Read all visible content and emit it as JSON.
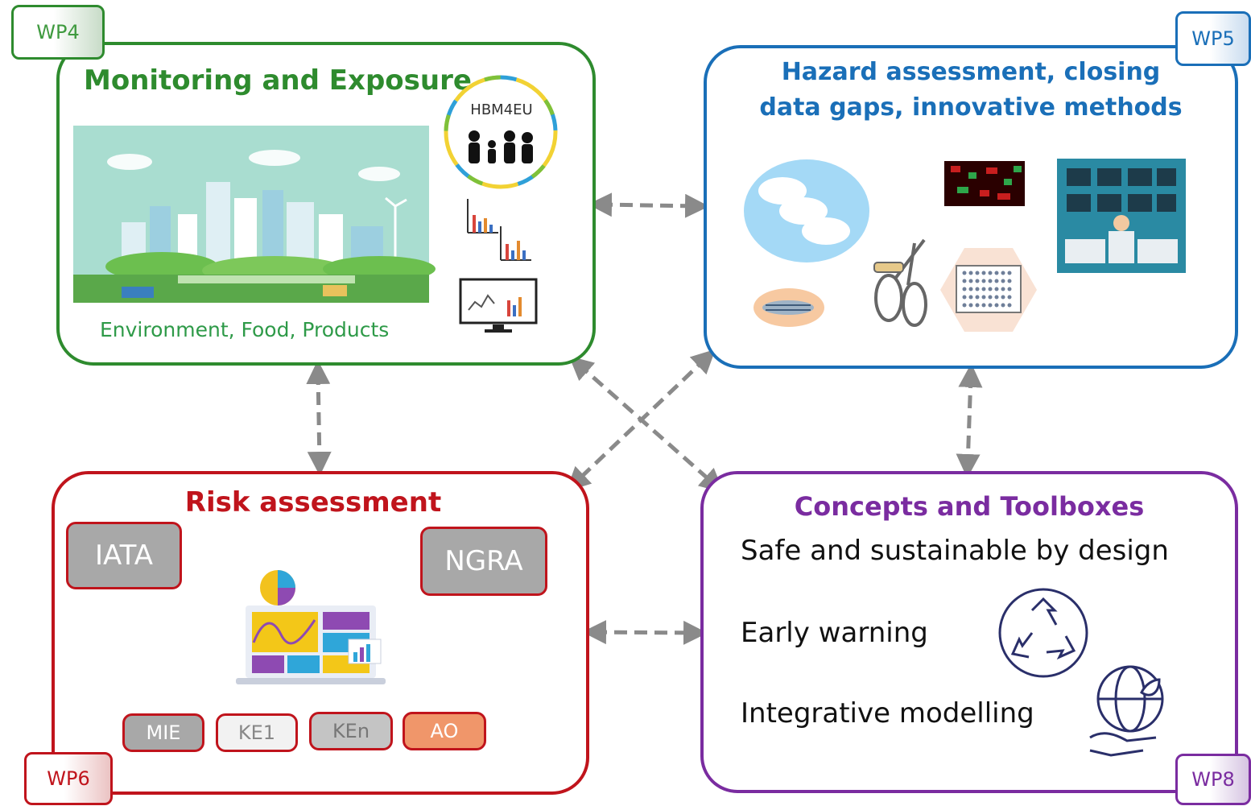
{
  "colors": {
    "wp4": "#2e8b2e",
    "wp5": "#1a6fb8",
    "wp6": "#c0141c",
    "wp8": "#7a2ca0",
    "arrow": "#8a8a8a",
    "aop_gray": "#a8a8a8",
    "aop_orange": "#f0966a"
  },
  "wp4": {
    "tag": "WP4",
    "title": "Monitoring and Exposure",
    "logo_text": "HBM4EU",
    "caption": "Environment, Food, Products"
  },
  "wp5": {
    "tag": "WP5",
    "title_line1": "Hazard assessment, closing",
    "title_line2": "data gaps, innovative methods"
  },
  "wp6": {
    "tag": "WP6",
    "title": "Risk assessment",
    "iata": "IATA",
    "ngra": "NGRA",
    "aop": [
      "MIE",
      "KE1",
      "KEn",
      "AO"
    ]
  },
  "wp8": {
    "tag": "WP8",
    "title": "Concepts and Toolboxes",
    "items": [
      "Safe and sustainable by design",
      "Early warning",
      "Integrative modelling"
    ]
  }
}
